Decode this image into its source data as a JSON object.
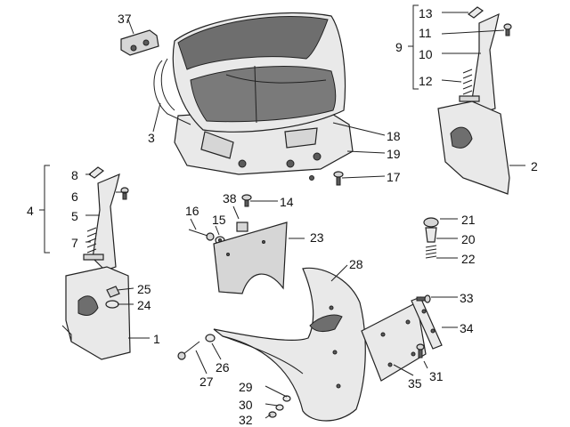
{
  "diagram": {
    "callouts": {
      "c1": "1",
      "c2": "2",
      "c3": "3",
      "c4": "4",
      "c5": "5",
      "c6": "6",
      "c7": "7",
      "c8": "8",
      "c9": "9",
      "c10": "10",
      "c11": "11",
      "c12": "12",
      "c13": "13",
      "c14": "14",
      "c15": "15",
      "c16": "16",
      "c17": "17",
      "c18": "18",
      "c19": "19",
      "c20": "20",
      "c21": "21",
      "c22": "22",
      "c23": "23",
      "c24": "24",
      "c25": "25",
      "c26": "26",
      "c27": "27",
      "c28": "28",
      "c29": "29",
      "c30": "30",
      "c31": "31",
      "c32": "32",
      "c33": "33",
      "c34": "34",
      "c35": "35",
      "c37": "37",
      "c38": "38"
    }
  }
}
